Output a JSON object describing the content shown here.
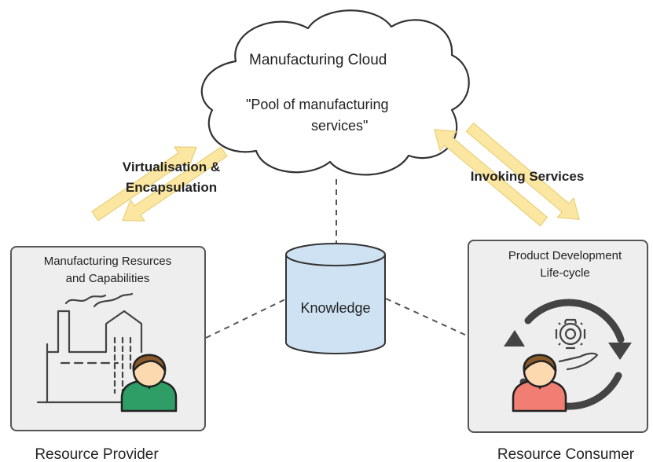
{
  "cloud": {
    "title": "Manufacturing Cloud",
    "line1": "\"Pool of manufacturing",
    "line2": "services\""
  },
  "arrows": {
    "left_label_line1": "Virtualisation &",
    "left_label_line2": "Encapsulation",
    "right_label": "Invoking Services",
    "color": "#fbe7a1"
  },
  "knowledge": {
    "label": "Knowledge",
    "color": "#cfe2f3"
  },
  "provider": {
    "box_line1": "Manufacturing Resurces",
    "box_line2": "and Capabilities",
    "caption": "Resource Provider",
    "person_shirt": "#2e9d66"
  },
  "consumer": {
    "box_line1": "Product Development",
    "box_line2": "Life-cycle",
    "caption": "Resource Consumer",
    "person_shirt": "#f07e72"
  }
}
